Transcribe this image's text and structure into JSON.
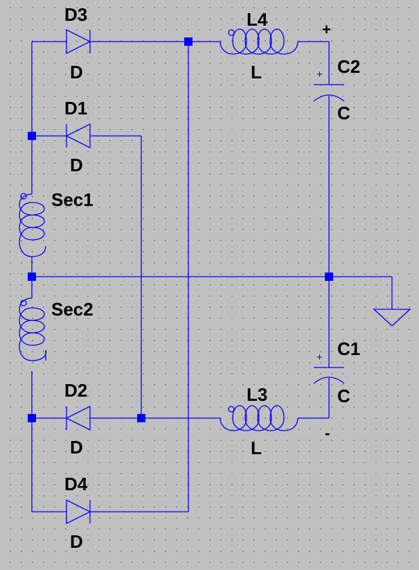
{
  "components": {
    "D3": {
      "ref": "D3",
      "value": "D"
    },
    "D1": {
      "ref": "D1",
      "value": "D"
    },
    "D2": {
      "ref": "D2",
      "value": "D"
    },
    "D4": {
      "ref": "D4",
      "value": "D"
    },
    "L4": {
      "ref": "L4",
      "value": "L"
    },
    "L3": {
      "ref": "L3",
      "value": "L"
    },
    "C2": {
      "ref": "C2",
      "value": "C",
      "polarity_mark": "+"
    },
    "C1": {
      "ref": "C1",
      "value": "C",
      "polarity_mark": "+"
    },
    "Sec1": {
      "ref": "Sec1"
    },
    "Sec2": {
      "ref": "Sec2"
    }
  },
  "output_terminals": {
    "positive": "+",
    "negative": "-"
  },
  "colors": {
    "wire": "#0000ff",
    "background": "#c0c0c0",
    "grid_dot": "#808080",
    "text": "#000000"
  }
}
